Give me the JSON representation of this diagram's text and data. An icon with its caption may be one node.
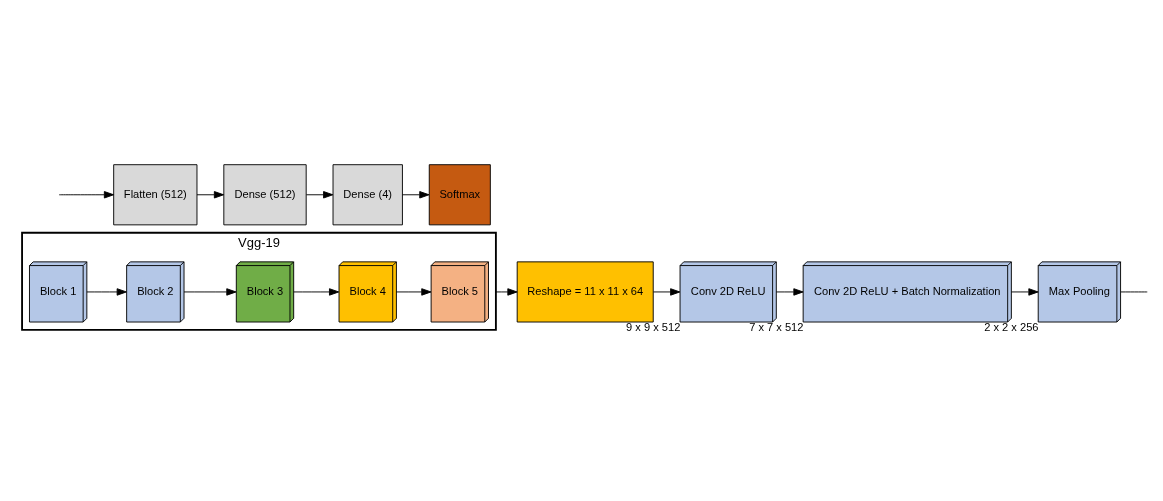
{
  "diagram": {
    "nodes": [
      {
        "text": [
          "Vgg-19"
        ]
      },
      {
        "text": [
          "Block 1"
        ],
        "in": 0
      },
      {
        "text": [
          "Block 2"
        ],
        "in": 0
      },
      {
        "text": [
          "Block 3"
        ],
        "in": 0
      },
      {
        "text": [
          "Block 4"
        ],
        "in": 0
      },
      {
        "text": [
          "Block 5"
        ],
        "in": 0
      },
      {
        "text": [
          "Reshape = 11 x 11 x 64"
        ]
      },
      {
        "text": [
          "Conv 2D ReLU"
        ],
        "beside": [
          "9 x 9 x 512"
        ]
      },
      {
        "text": [
          "Conv 2D ReLU + Batch Normalization"
        ],
        "beside": [
          "7 x 7 x 512"
        ]
      },
      {
        "text": [
          "Max Pooling"
        ],
        "beside": [
          "2 x 2 x 256"
        ]
      },
      {
        "text": [
          "Flatten (512)"
        ]
      },
      {
        "text": [
          "Dense (512)"
        ]
      },
      {
        "text": [
          "Dense (4)"
        ]
      },
      {
        "text": [
          "Softmax"
        ]
      }
    ],
    "edges": [
      {
        "from": 1,
        "to": 2,
        "arrow": "to"
      },
      {
        "from": 2,
        "to": 3,
        "arrow": "to"
      },
      {
        "from": 3,
        "to": 4,
        "arrow": "to"
      },
      {
        "from": 4,
        "to": 5,
        "arrow": "to"
      },
      {
        "from": 0,
        "to": 6,
        "arrow": "to"
      },
      {
        "from": 6,
        "to": 7,
        "arrow": "to"
      },
      {
        "from": 7,
        "to": 8,
        "arrow": "to"
      },
      {
        "from": 8,
        "to": 9,
        "arrow": "to"
      },
      {
        "from": 9,
        "to": null,
        "arrow": "none"
      },
      {
        "from": null,
        "to": 10,
        "arrow": "to"
      },
      {
        "from": 10,
        "to": 11,
        "arrow": "to"
      },
      {
        "from": 11,
        "to": 12,
        "arrow": "to"
      },
      {
        "from": 12,
        "to": 13,
        "arrow": "to"
      }
    ]
  }
}
